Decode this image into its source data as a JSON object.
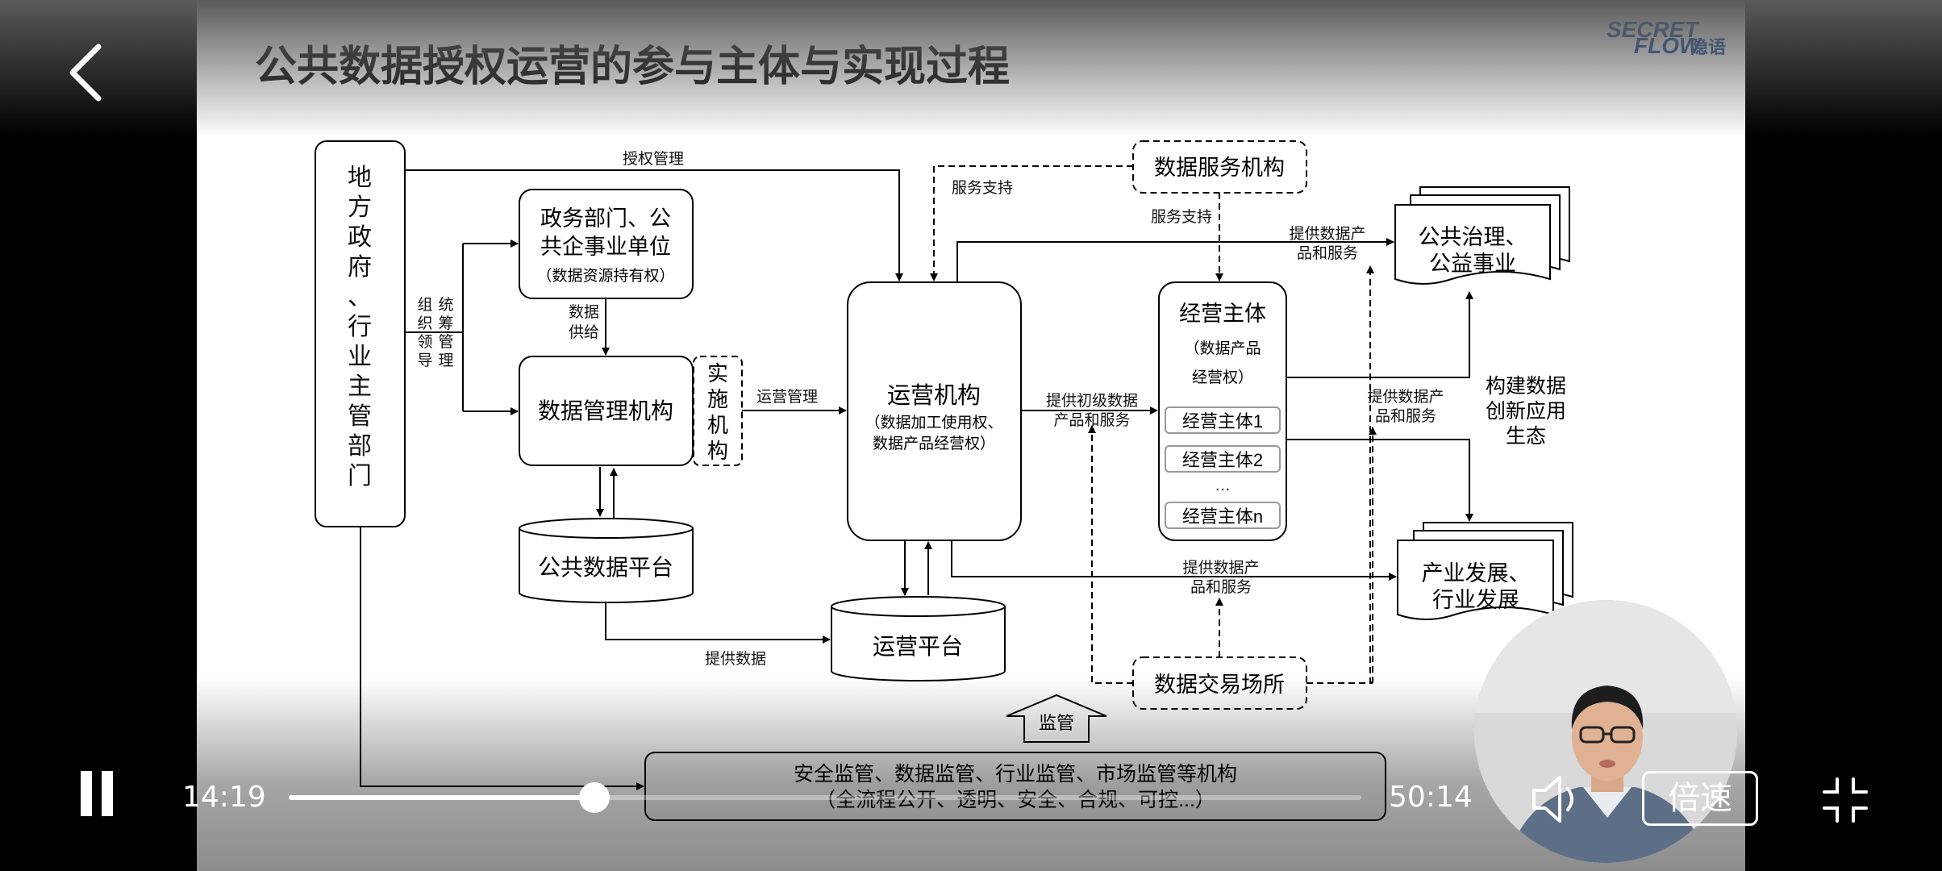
{
  "slide": {
    "title": "公共数据授权运营的参与主体与实现过程",
    "logo_line1": "SECRET",
    "logo_line2": "FLOW",
    "logo_cn": "隐语"
  },
  "diagram": {
    "gov_chars": [
      "地",
      "方",
      "政",
      "府",
      "、",
      "行",
      "业",
      "主",
      "管",
      "部",
      "门"
    ],
    "dept_line1": "政务部门、公",
    "dept_line2": "共企事业单位",
    "dept_sub": "（数据资源持有权）",
    "mgmt": "数据管理机构",
    "impl_chars": [
      "实",
      "施",
      "机",
      "构"
    ],
    "platform": "公共数据平台",
    "ops_title": "运营机构",
    "ops_sub1": "（数据加工使用权、",
    "ops_sub2": "数据产品经营权）",
    "ops_platform": "运营平台",
    "service_org": "数据服务机构",
    "exchange": "数据交易场所",
    "entity_title": "经营主体",
    "entity_sub1": "（数据产品",
    "entity_sub2": "经营权）",
    "entity1": "经营主体1",
    "entity2": "经营主体2",
    "entity_dots": "…",
    "entityn": "经营主体n",
    "public_line1": "公共治理、",
    "public_line2": "公益事业",
    "industry_line1": "产业发展、",
    "industry_line2": "行业发展",
    "ecosys1": "构建数据",
    "ecosys2": "创新应用",
    "ecosys3": "生态",
    "supervision_btn": "监管",
    "supervision_line1": "安全监管、数据监管、行业监管、市场监管等机构",
    "supervision_line2": "（全流程公开、透明、安全、合规、可控...）",
    "lbl_auth_mgmt": "授权管理",
    "lbl_org_a1": "组",
    "lbl_org_a2": "织",
    "lbl_org_a3": "领",
    "lbl_org_a4": "导",
    "lbl_org_b1": "统",
    "lbl_org_b2": "筹",
    "lbl_org_b3": "管",
    "lbl_org_b4": "理",
    "lbl_supply1": "数据",
    "lbl_supply2": "供给",
    "lbl_ops_mgmt": "运营管理",
    "lbl_service_support_left": "服务支持",
    "lbl_service_support_right": "服务支持",
    "lbl_provide_data": "提供数据",
    "lbl_primary1": "提供初级数据",
    "lbl_primary2": "产品和服务",
    "lbl_prod_top1": "提供数据产",
    "lbl_prod_top2": "品和服务",
    "lbl_prod_mid1": "提供数据产",
    "lbl_prod_mid2": "品和服务",
    "lbl_prod_bot1": "提供数据产",
    "lbl_prod_bot2": "品和服务"
  },
  "player": {
    "current_time": "14:19",
    "total_time": "50:14",
    "progress": 0.285,
    "speed_label": "倍速"
  }
}
